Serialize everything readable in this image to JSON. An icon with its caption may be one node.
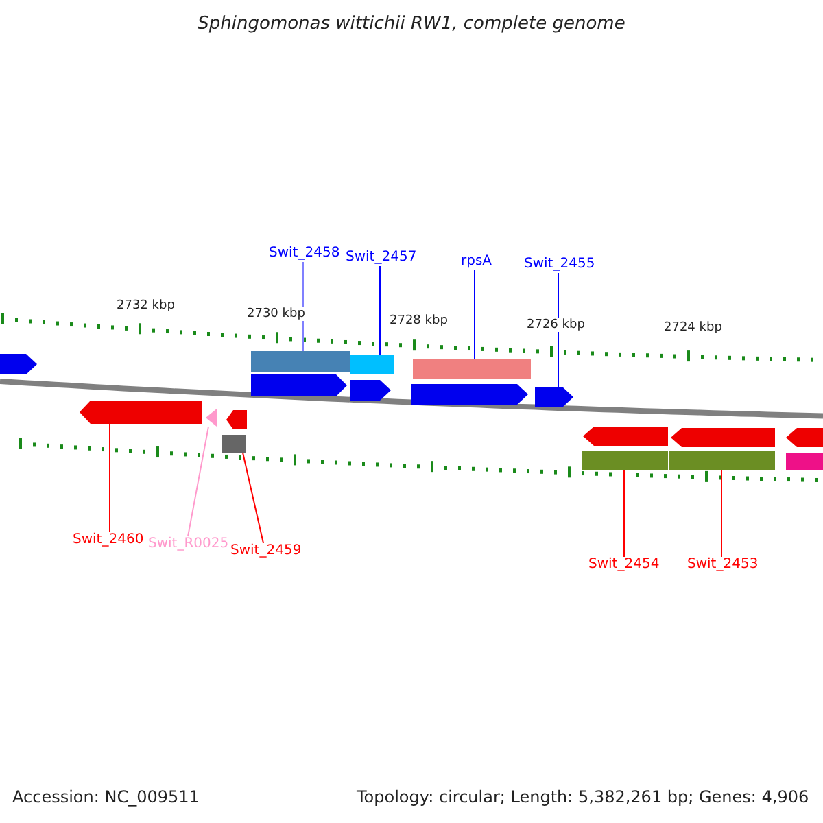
{
  "diagram": {
    "title": "Sphingomonas wittichii RW1, complete genome",
    "nodes": [
      {
        "text": [
          "Swit_2458"
        ]
      },
      {
        "text": [
          "Swit_2457"
        ]
      },
      {
        "text": [
          "rpsA"
        ]
      },
      {
        "text": [
          "Swit_2455"
        ]
      },
      {
        "text": [
          "Swit_2460"
        ]
      },
      {
        "text": [
          "Swit_R0025"
        ]
      },
      {
        "text": [
          "Swit_2459"
        ]
      },
      {
        "text": [
          "Swit_2454"
        ]
      },
      {
        "text": [
          "Swit_2453"
        ]
      },
      {
        "text": [],
        "shape": "bar"
      },
      {
        "text": [],
        "shape": "bar"
      },
      {
        "text": [],
        "shape": "bar"
      },
      {
        "text": [],
        "shape": "pentagon"
      },
      {
        "text": [],
        "shape": "pentagon"
      },
      {
        "text": [],
        "shape": "triangle"
      },
      {
        "text": [],
        "shape": "box"
      },
      {
        "text": [],
        "shape": "bar"
      },
      {
        "text": [],
        "shape": "bar"
      },
      {
        "text": [],
        "shape": "pentagon"
      },
      {
        "text": [],
        "shape": "pentagon"
      },
      {
        "text": [],
        "shape": "pentagon"
      },
      {
        "text": [],
        "shape": "pentagon"
      },
      {
        "text": [],
        "shape": "pentagon"
      },
      {
        "text": [],
        "shape": "pentagon"
      },
      {
        "text": [],
        "shape": "pentagon"
      },
      {
        "text": [],
        "shape": "pentagon"
      },
      {
        "text": [],
        "shape": "bar"
      }
    ],
    "edges": [
      {
        "from": 0,
        "to": 9,
        "arrow": "none",
        "color": "#8080ff"
      },
      {
        "from": 1,
        "to": 10,
        "arrow": "none",
        "color": "#0000ff"
      },
      {
        "from": 2,
        "to": 11,
        "arrow": "none",
        "color": "#0000ff"
      },
      {
        "from": 3,
        "to": 12,
        "arrow": "none",
        "color": "#0000ff"
      },
      {
        "from": 4,
        "to": 13,
        "arrow": "none",
        "color": "#ff0000"
      },
      {
        "from": 5,
        "to": 14,
        "arrow": "none",
        "color": "#ff99cc"
      },
      {
        "from": 6,
        "to": 15,
        "arrow": "none",
        "color": "#ff0000"
      },
      {
        "from": 7,
        "to": 16,
        "arrow": "none",
        "color": "#ff0000"
      },
      {
        "from": 8,
        "to": 17,
        "arrow": "none",
        "color": "#ff0000"
      }
    ],
    "labels": [
      "2732 kbp",
      "2730 kbp",
      "2728 kbp",
      "2726 kbp",
      "2724 kbp",
      "Accession: NC_009511",
      "Topology: circular; Length: 5,382,261 bp; Genes: 4,906"
    ]
  }
}
